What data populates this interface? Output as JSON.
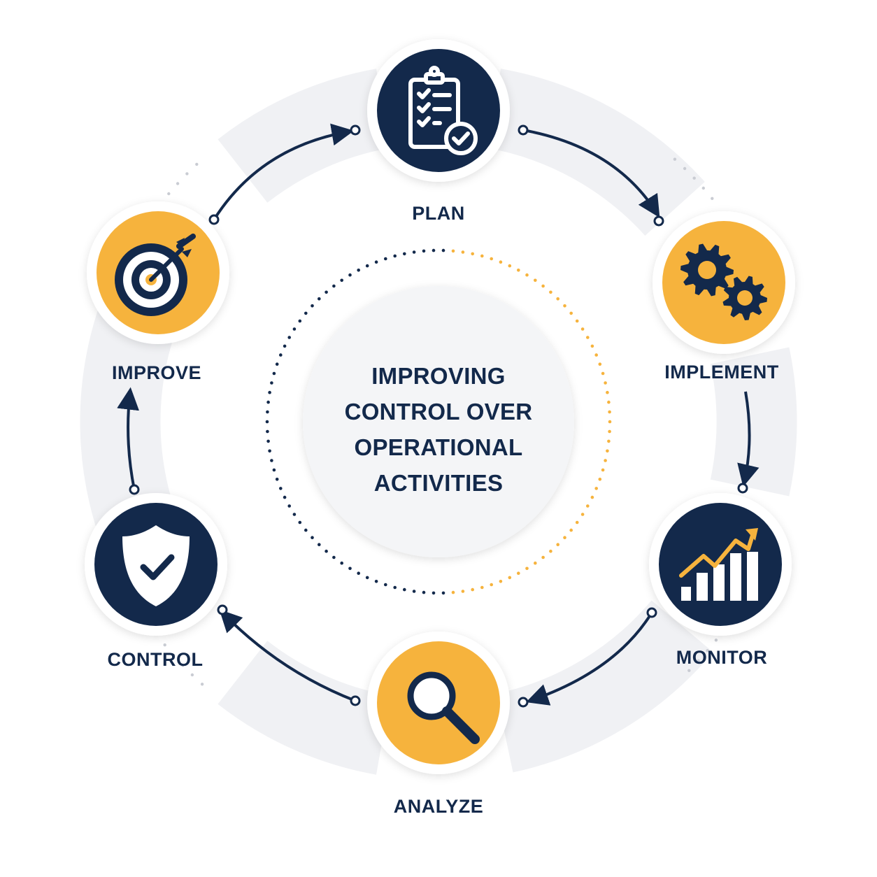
{
  "center_title": {
    "line1": "IMPROVING",
    "line2": "CONTROL OVER",
    "line3": "OPERATIONAL",
    "line4": "ACTIVITIES"
  },
  "colors": {
    "navy": "#13294b",
    "gold": "#f6b33d",
    "ring_gray": "#f0f1f4",
    "dot_gray": "#c9ccd3",
    "white": "#ffffff"
  },
  "stages": [
    {
      "id": "plan",
      "label": "PLAN",
      "icon": "clipboard-check-icon",
      "fill": "navy"
    },
    {
      "id": "implement",
      "label": "IMPLEMENT",
      "icon": "gears-icon",
      "fill": "gold"
    },
    {
      "id": "monitor",
      "label": "MONITOR",
      "icon": "bar-chart-trend-icon",
      "fill": "navy"
    },
    {
      "id": "analyze",
      "label": "ANALYZE",
      "icon": "magnifier-icon",
      "fill": "gold"
    },
    {
      "id": "control",
      "label": "CONTROL",
      "icon": "shield-check-icon",
      "fill": "navy"
    },
    {
      "id": "improve",
      "label": "IMPROVE",
      "icon": "target-arrow-icon",
      "fill": "gold"
    }
  ]
}
